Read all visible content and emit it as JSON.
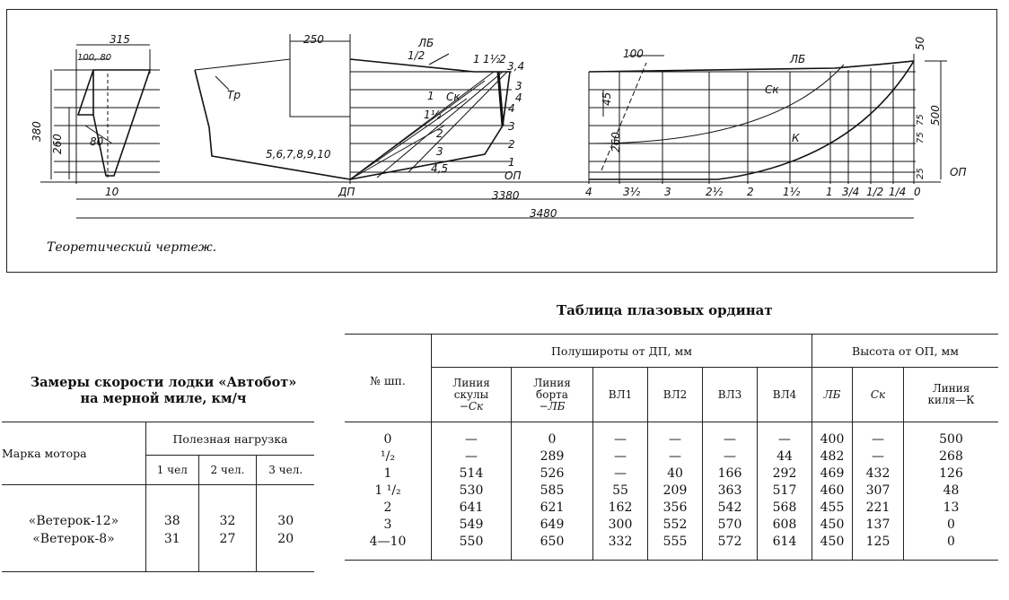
{
  "drawing": {
    "caption": "Теоретический чертеж.",
    "labels": {
      "d315": "315",
      "d100_80": "100, 80",
      "d380": "380",
      "d260": "260",
      "d80": "80",
      "tr": "Тр",
      "d250": "250",
      "lb": "ЛБ",
      "half": "1/2",
      "one": "1",
      "one_half": "1½",
      "two": "2",
      "three_four": "3,4",
      "three": "3",
      "four": "4",
      "ck": "Ск",
      "frames_5_10": "5,6,7,8,9,10",
      "four_five": "4,5",
      "op": "ОП",
      "dp": "ДП",
      "ten": "10",
      "d3380": "3380",
      "d3480": "3480",
      "d100": "100",
      "d45": "45",
      "d260b": "260",
      "d50": "50",
      "d500": "500",
      "d75": "75",
      "d25": "25",
      "k": "К",
      "st_4": "4",
      "st_3h": "3½",
      "st_3": "3",
      "st_2h": "2½",
      "st_2": "2",
      "st_1h": "1½",
      "st_1": "1",
      "st_34": "3/4",
      "st_12": "1/2",
      "st_14": "1/4",
      "st_0": "0"
    }
  },
  "speed": {
    "title_line1": "Замеры скорости лодки «Автобот»",
    "title_line2": "на мерной миле, км/ч",
    "col_motor": "Марка мотора",
    "col_load": "Полезная нагрузка",
    "sub": [
      "1 чел",
      "2 чел.",
      "3 чел."
    ],
    "rows": [
      {
        "motor": "«Ветерок-12»",
        "v": [
          "38",
          "32",
          "30"
        ]
      },
      {
        "motor": "«Ветерок-8»",
        "v": [
          "31",
          "27",
          "20"
        ]
      }
    ]
  },
  "ordinates": {
    "title": "Таблица плазовых ординат",
    "col_frame": "№ шп.",
    "group_half": "Полушироты от ДП, мм",
    "group_height": "Высота от ОП, мм",
    "sub": {
      "ck_a": "Линия",
      "ck_b": "скулы",
      "ck_c": "−Ск",
      "lb_a": "Линия",
      "lb_b": "борта",
      "lb_c": "−ЛБ",
      "vl1": "ВЛ1",
      "vl2": "ВЛ2",
      "vl3": "ВЛ3",
      "vl4": "ВЛ4",
      "h_lb": "ЛБ",
      "h_ck": "Ск",
      "keel_a": "Линия",
      "keel_b": "киля—К"
    },
    "rows": [
      {
        "f": "0",
        "c": [
          "—",
          "0",
          "—",
          "—",
          "—",
          "—",
          "400",
          "—",
          "500"
        ]
      },
      {
        "f": "¹/₂",
        "c": [
          "—",
          "289",
          "—",
          "—",
          "—",
          "44",
          "482",
          "—",
          "268"
        ]
      },
      {
        "f": "1",
        "c": [
          "514",
          "526",
          "—",
          "40",
          "166",
          "292",
          "469",
          "432",
          "126"
        ]
      },
      {
        "f": "1 ¹/₂",
        "c": [
          "530",
          "585",
          "55",
          "209",
          "363",
          "517",
          "460",
          "307",
          "48"
        ]
      },
      {
        "f": "2",
        "c": [
          "641",
          "621",
          "162",
          "356",
          "542",
          "568",
          "455",
          "221",
          "13"
        ]
      },
      {
        "f": "3",
        "c": [
          "549",
          "649",
          "300",
          "552",
          "570",
          "608",
          "450",
          "137",
          "0"
        ]
      },
      {
        "f": "4—10",
        "c": [
          "550",
          "650",
          "332",
          "555",
          "572",
          "614",
          "450",
          "125",
          "0"
        ]
      }
    ]
  }
}
